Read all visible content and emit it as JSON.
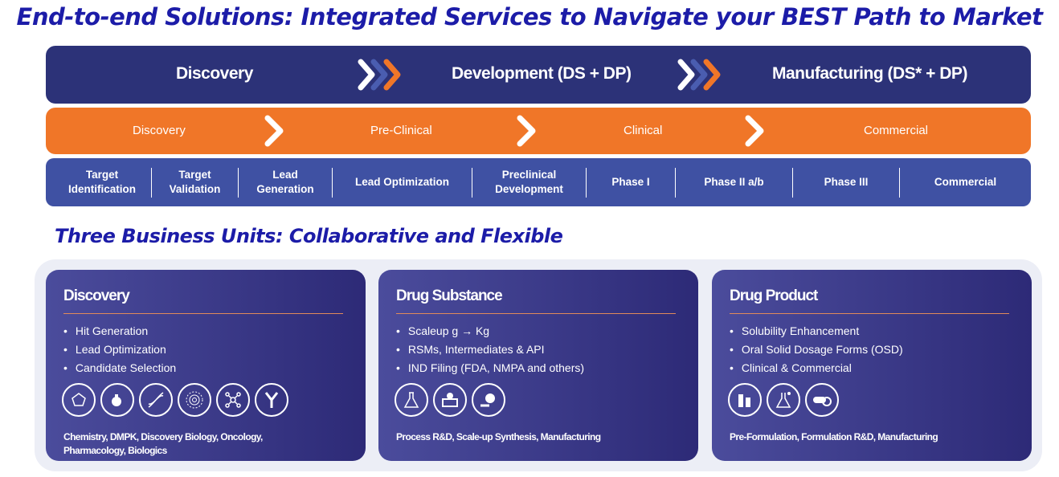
{
  "title": "End-to-end Solutions: Integrated Services to Navigate your BEST Path to Market",
  "phases": [
    "Discovery",
    "Development (DS + DP)",
    "Manufacturing (DS* + DP)"
  ],
  "stages": [
    "Discovery",
    "Pre-Clinical",
    "Clinical",
    "Commercial"
  ],
  "steps": [
    "Target Identification",
    "Target Validation",
    "Lead Generation",
    "Lead Optimization",
    "Preclinical Development",
    "Phase I",
    "Phase II a/b",
    "Phase III",
    "Commercial"
  ],
  "subtitle": "Three Business Units: Collaborative and Flexible",
  "units": [
    {
      "title": "Discovery",
      "bullets": [
        "Hit Generation",
        "Lead Optimization",
        "Candidate Selection"
      ],
      "footer": "Chemistry, DMPK,  Discovery Biology,  Oncology, Pharmacology, Biologics",
      "icons": [
        "molecule-icon",
        "flask-drop-icon",
        "dna-icon",
        "cell-icon",
        "network-icon",
        "antibody-icon"
      ]
    },
    {
      "title": "Drug Substance",
      "bullets": [
        "Scaleup g → Kg",
        "RSMs, Intermediates & API",
        "IND Filing (FDA, NMPA and others)"
      ],
      "footer": "Process R&D, Scale-up Synthesis,  Manufacturing",
      "icons": [
        "flask-icon",
        "reactor-icon",
        "pill-hand-icon"
      ]
    },
    {
      "title": "Drug Product",
      "bullets": [
        "Solubility Enhancement",
        "Oral Solid Dosage Forms (OSD)",
        "Clinical & Commercial"
      ],
      "footer": "Pre-Formulation, Formulation R&D,  Manufacturing",
      "icons": [
        "vials-icon",
        "lab-icon",
        "capsule-icon"
      ]
    }
  ],
  "colors": {
    "navy": "#2c3278",
    "orange": "#f07628",
    "blue": "#3f51a3",
    "title": "#1c1ca8"
  }
}
